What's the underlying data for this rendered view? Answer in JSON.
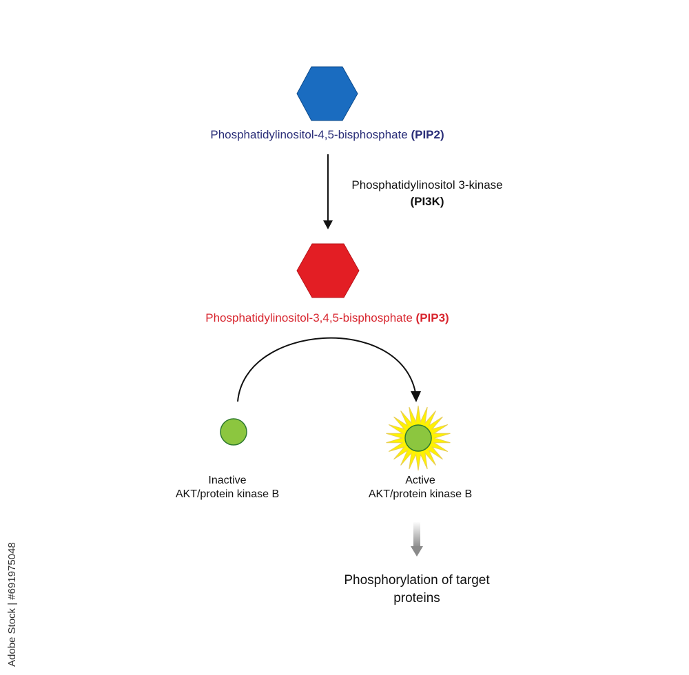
{
  "pip2": {
    "name": "Phosphatidylinositol-4,5-bisphosphate",
    "abbr": "(PIP2)",
    "color": "#1a6cc0"
  },
  "enzyme": {
    "name": "Phosphatidylinositol 3-kinase",
    "abbr": "(PI3K)"
  },
  "pip3": {
    "name": "Phosphatidylinositol-3,4,5-bisphosphate",
    "abbr": "(PIP3)",
    "color": "#e31e24"
  },
  "akt_inactive": {
    "state": "Inactive",
    "name": "AKT/protein kinase B",
    "color": "#8cc63f"
  },
  "akt_active": {
    "state": "Active",
    "name": "AKT/protein kinase B",
    "color": "#8cc63f",
    "glow_color": "#fff200"
  },
  "outcome": {
    "line1": "Phosphorylation of target",
    "line2": "proteins"
  },
  "watermark": "Adobe Stock | #691975048"
}
